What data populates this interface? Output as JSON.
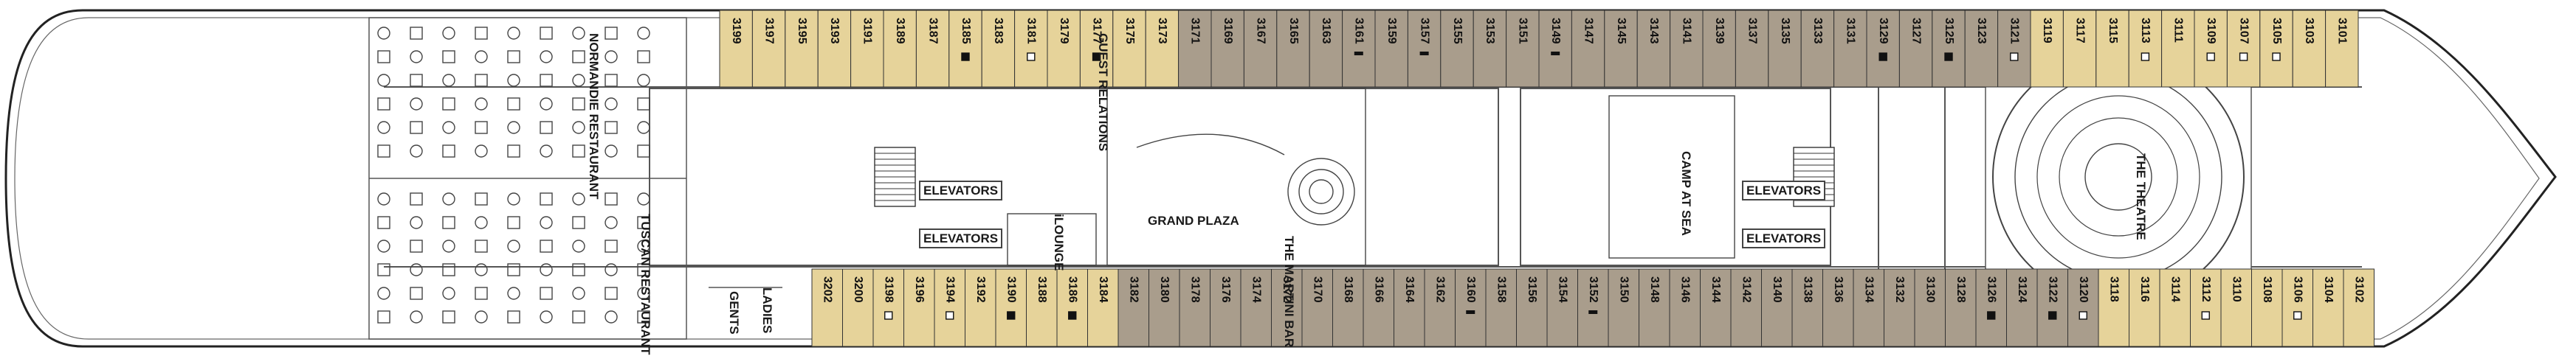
{
  "deck": {
    "cabins_top": [
      {
        "num": "3199",
        "cat": "suite"
      },
      {
        "num": "3197",
        "cat": "suite"
      },
      {
        "num": "3195",
        "cat": "suite"
      },
      {
        "num": "3193",
        "cat": "suite"
      },
      {
        "num": "3191",
        "cat": "suite"
      },
      {
        "num": "3189",
        "cat": "suite"
      },
      {
        "num": "3187",
        "cat": "suite"
      },
      {
        "num": "3185",
        "cat": "suite",
        "mark": "square"
      },
      {
        "num": "3183",
        "cat": "suite"
      },
      {
        "num": "3181",
        "cat": "suite",
        "mark": "outline"
      },
      {
        "num": "3179",
        "cat": "suite"
      },
      {
        "num": "3177",
        "cat": "suite",
        "mark": "square"
      },
      {
        "num": "3175",
        "cat": "suite"
      },
      {
        "num": "3173",
        "cat": "suite"
      },
      {
        "num": "3171",
        "cat": "balcony"
      },
      {
        "num": "3169",
        "cat": "balcony"
      },
      {
        "num": "3167",
        "cat": "balcony"
      },
      {
        "num": "3165",
        "cat": "balcony"
      },
      {
        "num": "3163",
        "cat": "balcony"
      },
      {
        "num": "3161",
        "cat": "balcony",
        "mark": "bar"
      },
      {
        "num": "3159",
        "cat": "balcony"
      },
      {
        "num": "3157",
        "cat": "balcony",
        "mark": "bar"
      },
      {
        "num": "3155",
        "cat": "balcony"
      },
      {
        "num": "3153",
        "cat": "balcony"
      },
      {
        "num": "3151",
        "cat": "balcony"
      },
      {
        "num": "3149",
        "cat": "balcony",
        "mark": "bar"
      },
      {
        "num": "3147",
        "cat": "balcony"
      },
      {
        "num": "3145",
        "cat": "balcony"
      },
      {
        "num": "3143",
        "cat": "balcony"
      },
      {
        "num": "3141",
        "cat": "balcony"
      },
      {
        "num": "3139",
        "cat": "balcony"
      },
      {
        "num": "3137",
        "cat": "balcony"
      },
      {
        "num": "3135",
        "cat": "balcony"
      },
      {
        "num": "3133",
        "cat": "balcony"
      },
      {
        "num": "3131",
        "cat": "balcony"
      },
      {
        "num": "3129",
        "cat": "balcony",
        "mark": "square"
      },
      {
        "num": "3127",
        "cat": "balcony"
      },
      {
        "num": "3125",
        "cat": "balcony",
        "mark": "square"
      },
      {
        "num": "3123",
        "cat": "balcony"
      },
      {
        "num": "3121",
        "cat": "balcony",
        "mark": "outline"
      },
      {
        "num": "3119",
        "cat": "suite"
      },
      {
        "num": "3117",
        "cat": "suite"
      },
      {
        "num": "3115",
        "cat": "suite"
      },
      {
        "num": "3113",
        "cat": "suite",
        "mark": "outline"
      },
      {
        "num": "3111",
        "cat": "suite"
      },
      {
        "num": "3109",
        "cat": "suite",
        "mark": "outline"
      },
      {
        "num": "3107",
        "cat": "suite",
        "mark": "outline"
      },
      {
        "num": "3105",
        "cat": "suite",
        "mark": "outline"
      },
      {
        "num": "3103",
        "cat": "suite"
      },
      {
        "num": "3101",
        "cat": "suite"
      }
    ],
    "cabins_bottom": [
      {
        "num": "3202",
        "cat": "suite"
      },
      {
        "num": "3200",
        "cat": "suite"
      },
      {
        "num": "3198",
        "cat": "suite",
        "mark": "outline"
      },
      {
        "num": "3196",
        "cat": "suite"
      },
      {
        "num": "3194",
        "cat": "suite",
        "mark": "outline"
      },
      {
        "num": "3192",
        "cat": "suite"
      },
      {
        "num": "3190",
        "cat": "suite",
        "mark": "square"
      },
      {
        "num": "3188",
        "cat": "suite"
      },
      {
        "num": "3186",
        "cat": "suite",
        "mark": "square"
      },
      {
        "num": "3184",
        "cat": "suite"
      },
      {
        "num": "3182",
        "cat": "balcony"
      },
      {
        "num": "3180",
        "cat": "balcony"
      },
      {
        "num": "3178",
        "cat": "balcony"
      },
      {
        "num": "3176",
        "cat": "balcony"
      },
      {
        "num": "3174",
        "cat": "balcony"
      },
      {
        "num": "3172",
        "cat": "balcony"
      },
      {
        "num": "3170",
        "cat": "balcony"
      },
      {
        "num": "3168",
        "cat": "balcony"
      },
      {
        "num": "3166",
        "cat": "balcony"
      },
      {
        "num": "3164",
        "cat": "balcony"
      },
      {
        "num": "3162",
        "cat": "balcony"
      },
      {
        "num": "3160",
        "cat": "balcony",
        "mark": "bar"
      },
      {
        "num": "3158",
        "cat": "balcony"
      },
      {
        "num": "3156",
        "cat": "balcony"
      },
      {
        "num": "3154",
        "cat": "balcony"
      },
      {
        "num": "3152",
        "cat": "balcony",
        "mark": "bar"
      },
      {
        "num": "3150",
        "cat": "balcony"
      },
      {
        "num": "3148",
        "cat": "balcony"
      },
      {
        "num": "3146",
        "cat": "balcony"
      },
      {
        "num": "3144",
        "cat": "balcony"
      },
      {
        "num": "3142",
        "cat": "balcony"
      },
      {
        "num": "3140",
        "cat": "balcony"
      },
      {
        "num": "3138",
        "cat": "balcony"
      },
      {
        "num": "3136",
        "cat": "balcony"
      },
      {
        "num": "3134",
        "cat": "balcony"
      },
      {
        "num": "3132",
        "cat": "balcony"
      },
      {
        "num": "3130",
        "cat": "balcony"
      },
      {
        "num": "3128",
        "cat": "balcony"
      },
      {
        "num": "3126",
        "cat": "balcony",
        "mark": "square"
      },
      {
        "num": "3124",
        "cat": "balcony"
      },
      {
        "num": "3122",
        "cat": "balcony",
        "mark": "square"
      },
      {
        "num": "3120",
        "cat": "balcony",
        "mark": "outline"
      },
      {
        "num": "3118",
        "cat": "suite"
      },
      {
        "num": "3116",
        "cat": "suite"
      },
      {
        "num": "3114",
        "cat": "suite"
      },
      {
        "num": "3112",
        "cat": "suite",
        "mark": "outline"
      },
      {
        "num": "3110",
        "cat": "suite"
      },
      {
        "num": "3108",
        "cat": "suite"
      },
      {
        "num": "3106",
        "cat": "suite",
        "mark": "outline"
      },
      {
        "num": "3104",
        "cat": "suite"
      },
      {
        "num": "3102",
        "cat": "suite"
      }
    ]
  },
  "venues": {
    "normandie": "NORMANDIE RESTAURANT",
    "tuscan": "TUSCAN RESTAURANT",
    "guest_relations": "GUEST RELATIONS",
    "elevators_1": "ELEVATORS",
    "elevators_2": "ELEVATORS",
    "elevators_3": "ELEVATORS",
    "elevators_4": "ELEVATORS",
    "ilounge": "iLOUNGE",
    "grand_plaza": "GRAND PLAZA",
    "martini_bar": "THE MARTINI BAR",
    "camp_at_sea": "CAMP AT SEA",
    "theatre": "THE THEATRE",
    "gents": "GENTS",
    "ladies": "LADIES"
  },
  "colors": {
    "suite": "#e6d39a",
    "balcony": "#a99d8c",
    "outline": "#333333",
    "hull_fill": "#ffffff",
    "interior_line": "#555555"
  }
}
